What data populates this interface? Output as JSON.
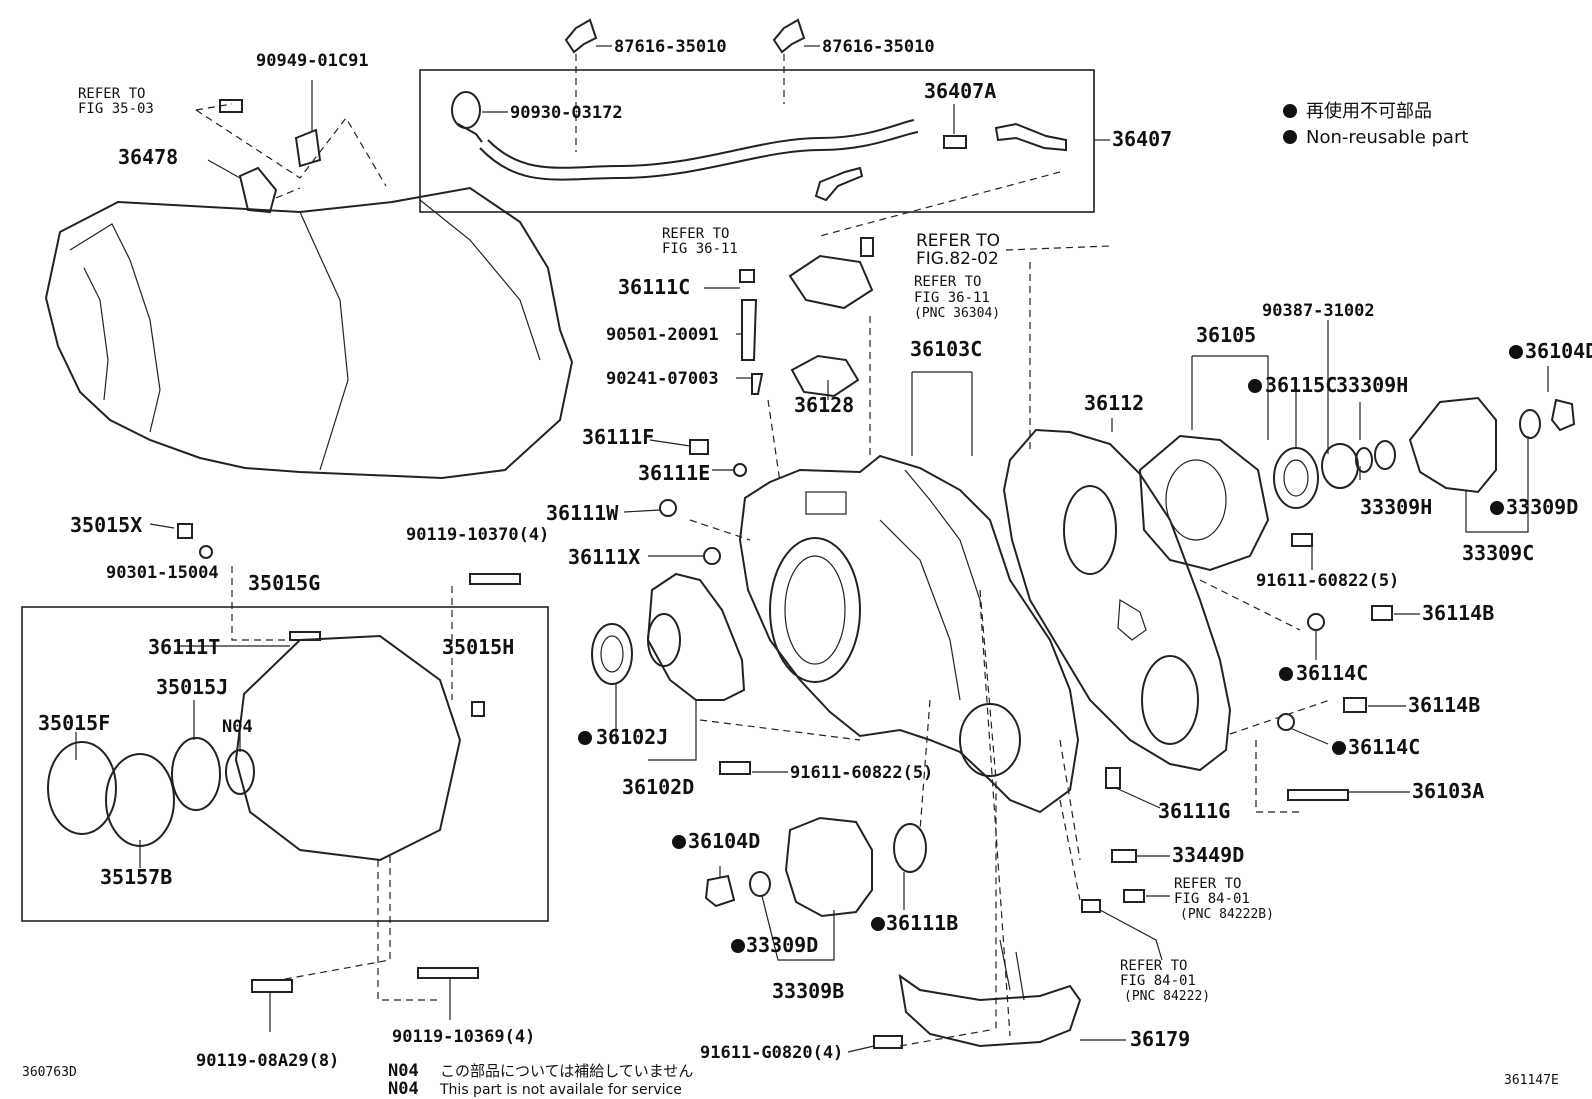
{
  "figure_codes": {
    "left": "360763D",
    "right": "361147E"
  },
  "legend": {
    "japanese": "再使用不可部品",
    "english": "Non-reusable part"
  },
  "notes": {
    "code": "N04",
    "japanese": "この部品については補給していません",
    "english": "This part is not availale for service"
  },
  "refs": {
    "fig_35_03": [
      "REFER TO",
      "FIG 35-03"
    ],
    "fig_36_11_a": [
      "REFER TO",
      "FIG 36-11"
    ],
    "fig_36_11_b": [
      "REFER TO",
      "FIG 36-11",
      "(PNC 36304)"
    ],
    "fig_82_02": [
      "REFER TO",
      "FIG.82-02"
    ],
    "fig_84_01_a": [
      "REFER TO",
      "FIG 84-01",
      "(PNC 84222B)"
    ],
    "fig_84_01_b": [
      "REFER TO",
      "FIG 84-01",
      "(PNC 84222)"
    ]
  },
  "parts": {
    "p87616_35010_a": "87616-35010",
    "p87616_35010_b": "87616-35010",
    "p90949_01C91": "90949-01C91",
    "p90930_03172": "90930-03172",
    "p36407A": "36407A",
    "p36407": "36407",
    "p36478": "36478",
    "p36111C": "36111C",
    "p90501_20091": "90501-20091",
    "p90241_07003": "90241-07003",
    "p36128": "36128",
    "p36103C": "36103C",
    "p36111F": "36111F",
    "p36111E": "36111E",
    "p36111W": "36111W",
    "p36111X": "36111X",
    "p35015X": "35015X",
    "p90301_15004": "90301-15004",
    "p90119_10370": "90119-10370(4)",
    "p35015G": "35015G",
    "p36111T": "36111T",
    "p35015H": "35015H",
    "p35015J": "35015J",
    "pN04": "N04",
    "p35015F": "35015F",
    "p35157B": "35157B",
    "p36102J": "36102J",
    "p36102D": "36102D",
    "p91611_60822_a": "91611-60822(5)",
    "p91611_60822_b": "91611-60822(5)",
    "p36112": "36112",
    "p36105": "36105",
    "p90387_31002": "90387-31002",
    "p36115C": "36115C",
    "p33309H_a": "33309H",
    "p33309H_b": "33309H",
    "p36104D_a": "36104D",
    "p33309D_a": "33309D",
    "p33309C": "33309C",
    "p36114B_a": "36114B",
    "p36114C_a": "36114C",
    "p36114B_b": "36114B",
    "p36114C_b": "36114C",
    "p36103A": "36103A",
    "p36111G": "36111G",
    "p33449D": "33449D",
    "p36104D_b": "36104D",
    "p36111B": "36111B",
    "p33309D_b": "33309D",
    "p33309B": "33309B",
    "p36179": "36179",
    "p91611_G0820": "91611-G0820(4)",
    "p90119_08A29": "90119-08A29(8)",
    "p90119_10369": "90119-10369(4)"
  }
}
